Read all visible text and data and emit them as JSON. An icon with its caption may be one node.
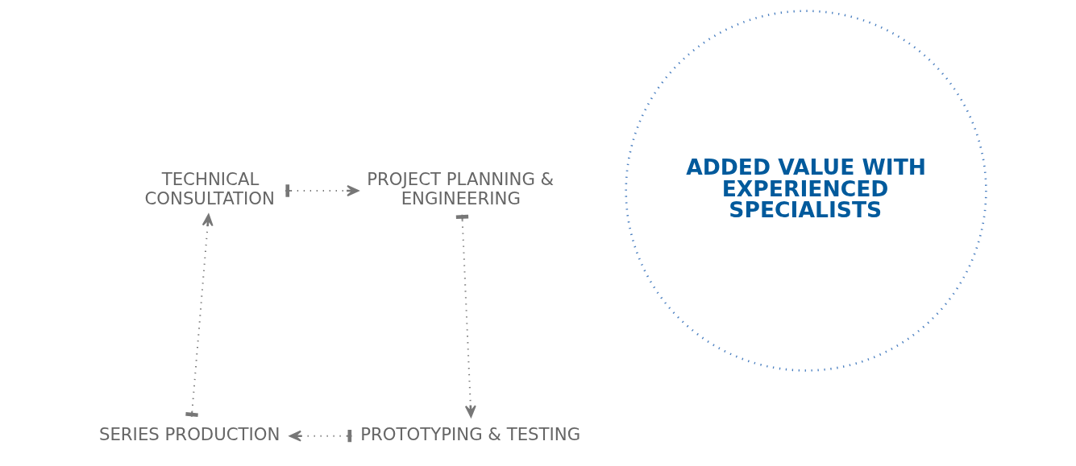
{
  "diagram": {
    "nodes": [
      {
        "text": [
          "TECHNICAL CONSULTATION"
        ]
      },
      {
        "text": [
          "PROJECT PLANNING & ENGINEERING"
        ]
      },
      {
        "text": [
          "PROTOTYPING & TESTING"
        ]
      },
      {
        "text": [
          "SERIES PRODUCTION"
        ]
      },
      {
        "text": [
          "ADDED VALUE WITH EXPERIENCED SPECIALISTS"
        ]
      }
    ],
    "edges": [
      {
        "from": 0,
        "to": 1,
        "arrow": "to"
      },
      {
        "from": 1,
        "to": 2,
        "arrow": "to"
      },
      {
        "from": 2,
        "to": 3,
        "arrow": "to"
      },
      {
        "from": 3,
        "to": 0,
        "arrow": "to"
      }
    ]
  }
}
